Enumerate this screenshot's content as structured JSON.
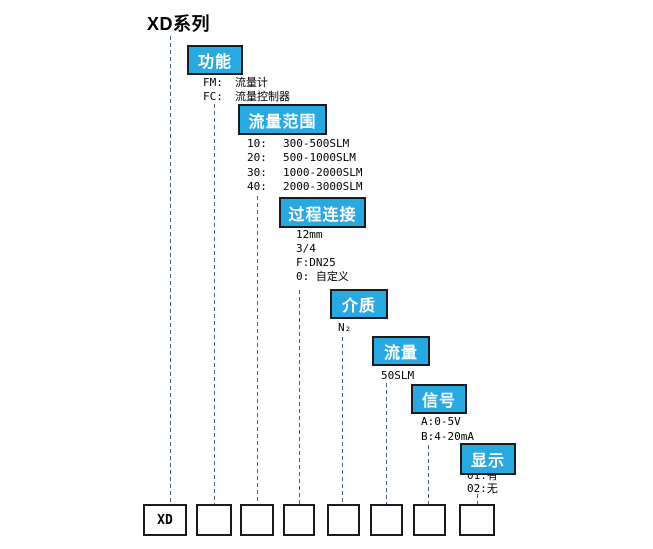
{
  "title": "XD系列",
  "colors": {
    "box_blue": "#29A9E1",
    "dash_line": "#446180",
    "border_dark": "#1b1b1b",
    "text_white": "#ffffff",
    "text_black": "#000000"
  },
  "groups": [
    {
      "label": "功能",
      "options": [
        {
          "code": "FM:",
          "desc": "流量计"
        },
        {
          "code": "FC:",
          "desc": "流量控制器"
        }
      ]
    },
    {
      "label": "流量范围",
      "options": [
        {
          "code": "10:",
          "desc": "300-500SLM"
        },
        {
          "code": "20:",
          "desc": "500-1000SLM"
        },
        {
          "code": "30:",
          "desc": "1000-2000SLM"
        },
        {
          "code": "40:",
          "desc": "2000-3000SLM"
        }
      ]
    },
    {
      "label": "过程连接",
      "options": [
        {
          "code": "12mm"
        },
        {
          "code": "3/4"
        },
        {
          "code": "F:DN25"
        },
        {
          "code": "0: 自定义"
        }
      ]
    },
    {
      "label": "介质",
      "options": [
        {
          "code": "N₂"
        }
      ]
    },
    {
      "label": "流量",
      "options": [
        {
          "code": "50SLM"
        }
      ]
    },
    {
      "label": "信号",
      "options": [
        {
          "code": "A:0-5V"
        },
        {
          "code": "B:4-20mA"
        }
      ]
    },
    {
      "label": "显示",
      "options": [
        {
          "code": "01:有"
        },
        {
          "code": "02:无"
        }
      ]
    }
  ],
  "model_row": {
    "prefix": "XD",
    "blank_cells": 7
  }
}
